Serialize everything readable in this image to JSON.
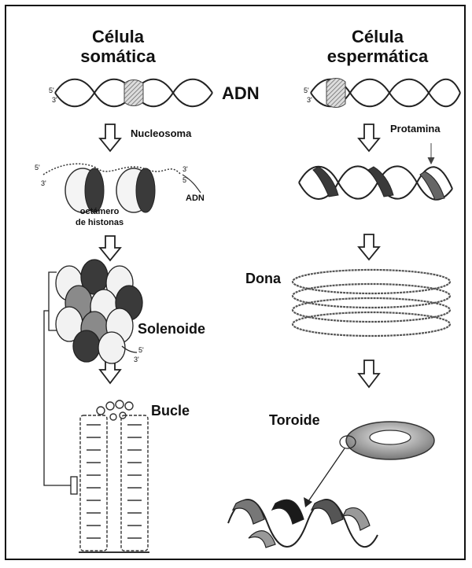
{
  "columns": {
    "somatic": {
      "title_line1": "Célula",
      "title_line2": "somática"
    },
    "sperm": {
      "title_line1": "Célula",
      "title_line2": "espermática"
    }
  },
  "labels": {
    "dna_center": "ADN",
    "nucleosome": "Nucleosoma",
    "protamine": "Protamina",
    "dna_small": "ADN",
    "histone_octamer_line1": "octámero",
    "histone_octamer_line2": "de histonas",
    "solenoid": "Solenoide",
    "loop": "Bucle",
    "donut": "Dona",
    "toroid": "Toroide"
  },
  "strand_ends": {
    "five_prime": "5'",
    "three_prime": "3'"
  },
  "colors": {
    "frame": "#111111",
    "strand": "#222222",
    "histone_dark": "#3a3a3a",
    "histone_mid": "#8a8a8a",
    "histone_light": "#f2f2f2",
    "protamine": "#555555",
    "toroid": "#9a9a9a"
  }
}
